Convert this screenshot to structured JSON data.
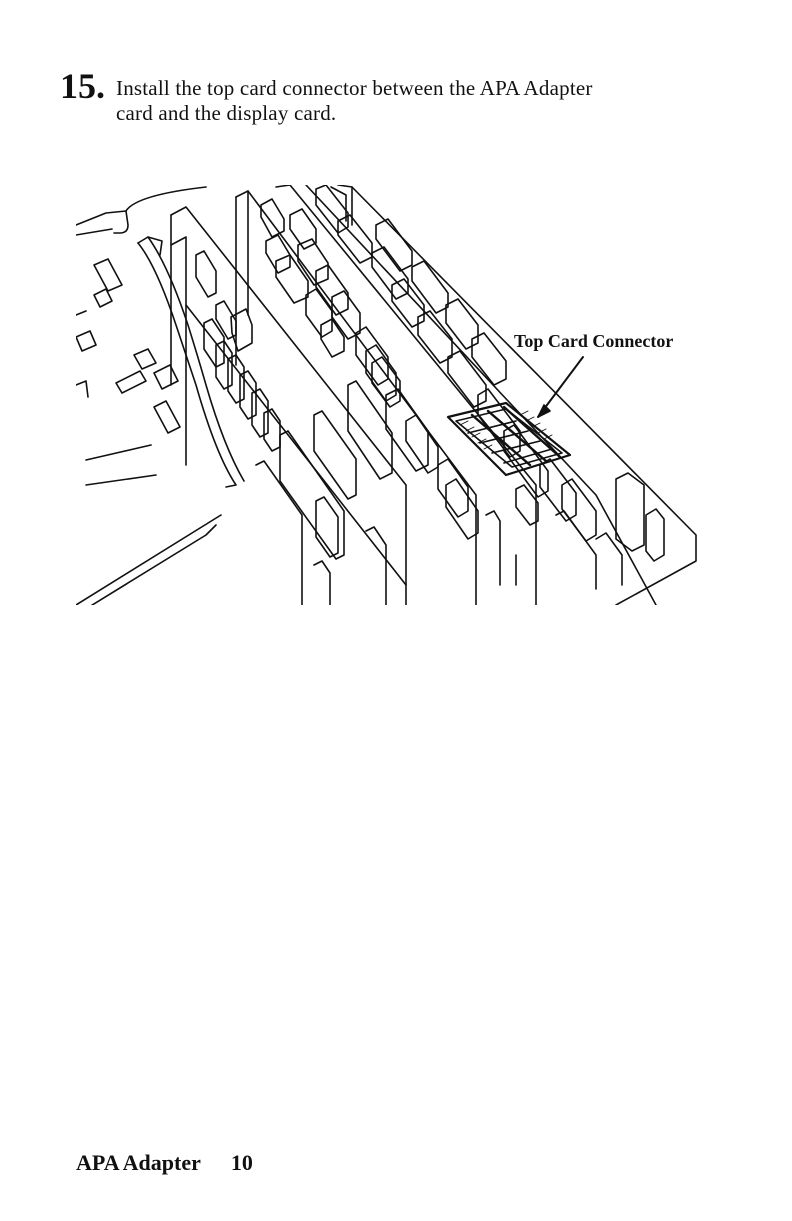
{
  "step": {
    "number": "15.",
    "line1": "Install the top card connector between the APA Adapter",
    "line2": "card and the display card."
  },
  "figure": {
    "callout": "Top Card Connector"
  },
  "footer": {
    "section": "APA Adapter",
    "page": "10"
  }
}
